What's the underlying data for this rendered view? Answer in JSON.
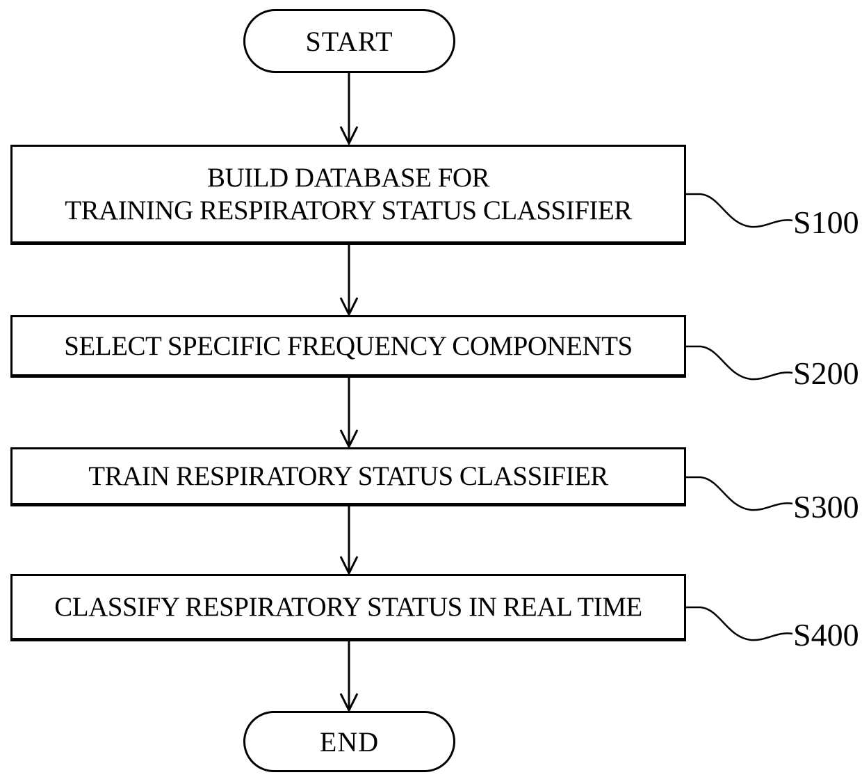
{
  "diagram": {
    "type": "flowchart",
    "start_label": "START",
    "end_label": "END",
    "steps": [
      {
        "lines": [
          "BUILD DATABASE FOR",
          "TRAINING RESPIRATORY STATUS CLASSIFIER"
        ],
        "step_id": "S100"
      },
      {
        "lines": [
          "SELECT SPECIFIC FREQUENCY COMPONENTS"
        ],
        "step_id": "S200"
      },
      {
        "lines": [
          "TRAIN RESPIRATORY STATUS CLASSIFIER"
        ],
        "step_id": "S300"
      },
      {
        "lines": [
          "CLASSIFY RESPIRATORY STATUS IN REAL TIME"
        ],
        "step_id": "S400"
      }
    ],
    "colors": {
      "line": "#000000",
      "background": "#ffffff"
    }
  }
}
